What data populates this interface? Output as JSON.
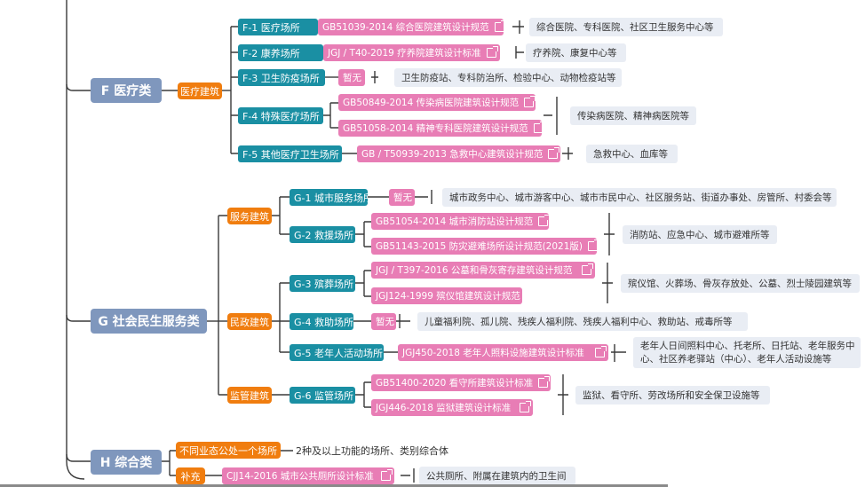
{
  "categories": [
    {
      "label": "F 医疗类",
      "groups": [
        {
          "label": "医疗建筑",
          "subs": [
            {
              "label": "F-1 医疗场所",
              "standards": [
                "GB51039-2014 综合医院建筑设计规范"
              ],
              "desc": [
                "综合医院、专科医院、社区卫生服务中心等"
              ]
            },
            {
              "label": "F-2 康养场所",
              "standards": [
                "JGJ / T40-2019 疗养院建筑设计标准"
              ],
              "desc": [
                "疗养院、康复中心等"
              ]
            },
            {
              "label": "F-3 卫生防疫场所",
              "standards": [
                "暂无"
              ],
              "desc": [
                "卫生防疫站、专科防治所、检验中心、动物检疫站等"
              ]
            },
            {
              "label": "F-4 特殊医疗场所",
              "standards": [
                "GB50849-2014 传染病医院建筑设计规范",
                "GB51058-2014 精神专科医院建筑设计规范"
              ],
              "desc": [
                "传染病医院、精神病医院等"
              ]
            },
            {
              "label": "F-5 其他医疗卫生场所",
              "standards": [
                "GB / T50939-2013 急救中心建筑设计规范"
              ],
              "desc": [
                "急救中心、血库等"
              ]
            }
          ]
        }
      ]
    },
    {
      "label": "G 社会民生服务类",
      "groups": [
        {
          "label": "服务建筑",
          "subs": [
            {
              "label": "G-1 城市服务场所",
              "standards": [
                "暂无"
              ],
              "desc": [
                "城市政务中心、城市游客中心、城市市民中心、社区服务站、街道办事处、房管所、村委会等"
              ]
            },
            {
              "label": "G-2 救援场所",
              "standards": [
                "GB51054-2014 城市消防站设计规范",
                "GB51143-2015 防灾避难场所设计规范(2021版)"
              ],
              "desc": [
                "消防站、应急中心、城市避难所等"
              ]
            }
          ]
        },
        {
          "label": "民政建筑",
          "subs": [
            {
              "label": "G-3 殡葬场所",
              "standards": [
                "JGJ / T397-2016 公墓和骨灰寄存建筑设计规范",
                "JGJ124-1999 殡仪馆建筑设计规范"
              ],
              "desc": [
                "殡仪馆、火葬场、骨灰存放处、公墓、烈士陵园建筑等"
              ]
            },
            {
              "label": "G-4 救助场所",
              "standards": [
                "暂无"
              ],
              "desc": [
                "儿童福利院、孤儿院、残疾人福利院、残疾人福利中心、救助站、戒毒所等"
              ]
            },
            {
              "label": "G-5 老年人活动场所",
              "standards": [
                "JGJ450-2018 老年人照料设施建筑设计标准"
              ],
              "desc": [
                "老年人日间照料中心、托老所、日托站、老年服务中",
                "心、社区养老驿站（中心）、老年人活动设施等"
              ]
            }
          ]
        },
        {
          "label": "监管建筑",
          "subs": [
            {
              "label": "G-6 监管场所",
              "standards": [
                "GB51400-2020 看守所建筑设计标准",
                "JGJ446-2018 监狱建筑设计标准"
              ],
              "desc": [
                "监狱、看守所、劳改场所和安全保卫设施等"
              ]
            }
          ]
        }
      ]
    },
    {
      "label": "H 综合类",
      "groups": [
        {
          "label": "不同业态公处一个场所",
          "note": "2种及以上功能的场所、类别综合体"
        },
        {
          "label": "补充",
          "standards": [
            "CJJ14-2016 城市公共厕所设计标准"
          ],
          "desc": [
            "公共厕所、附属在建筑内的卫生间"
          ]
        }
      ]
    }
  ],
  "colors": {
    "category": "#7f97bd",
    "group": "#f07d0f",
    "subcategory": "#1a8fa3",
    "standard": "#e87db5",
    "description_bg": "#e9edf4",
    "connector": "#3a3a3a"
  },
  "icons": {
    "standard_link": "external-link-icon"
  }
}
